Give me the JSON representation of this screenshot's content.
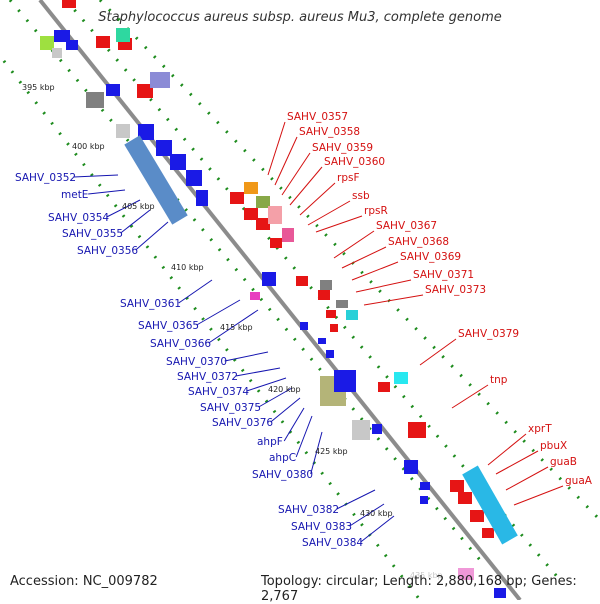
{
  "title": "Staphylococcus aureus subsp. aureus Mu3, complete genome",
  "accession": "Accession: NC_009782",
  "stats": "Topology: circular; Length: 2,880,168 bp; Genes: 2,767",
  "colors": {
    "backbone": "#8c8c8c",
    "forward_gene": "#1a1ae6",
    "reverse_gene": "#e61515",
    "left_label": "#1515b0",
    "right_label": "#d41010",
    "gc_dots": "#1e8c1e",
    "rna": "#8b8bd6",
    "operon_blue": "#5a8cc8",
    "operon_cyan": "#29b8e6",
    "operon_olive": "#b4b478"
  },
  "ticks": [
    "395 kbp",
    "400 kbp",
    "405 kbp",
    "410 kbp",
    "415 kbp",
    "420 kbp",
    "425 kbp",
    "430 kbp"
  ],
  "left_labels": [
    "SAHV_0352",
    "metE",
    "SAHV_0354",
    "SAHV_0355",
    "SAHV_0356",
    "SAHV_0361",
    "SAHV_0365",
    "SAHV_0366",
    "SAHV_0370",
    "SAHV_0372",
    "SAHV_0374",
    "SAHV_0375",
    "SAHV_0376",
    "ahpF",
    "ahpC",
    "SAHV_0380",
    "SAHV_0382",
    "SAHV_0383",
    "SAHV_0384"
  ],
  "right_labels": [
    "SAHV_0357",
    "SAHV_0358",
    "SAHV_0359",
    "SAHV_0360",
    "rpsF",
    "ssb",
    "rpsR",
    "SAHV_0367",
    "SAHV_0368",
    "SAHV_0369",
    "SAHV_0371",
    "SAHV_0373",
    "SAHV_0379",
    "tnp",
    "xprT",
    "pbuX",
    "guaB",
    "guaA"
  ],
  "bottom_tick_label": "435 kbp"
}
